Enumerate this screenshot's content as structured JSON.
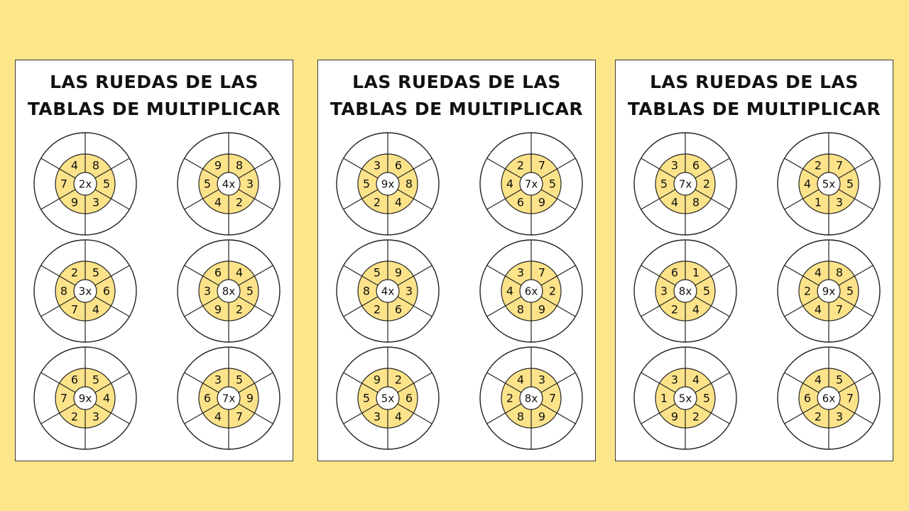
{
  "colors": {
    "background": "#fde68a",
    "sheet": "#ffffff",
    "inner_ring": "#fce38a",
    "stroke": "#222222",
    "text": "#111111"
  },
  "sheets": [
    {
      "title_line1": "LAS RUEDAS DE LAS",
      "title_line2": "TABLAS DE MULTIPLICAR",
      "wheels": [
        {
          "center": "2x",
          "numbers": [
            8,
            5,
            3,
            9,
            7,
            4
          ]
        },
        {
          "center": "4x",
          "numbers": [
            8,
            3,
            2,
            4,
            5,
            9
          ]
        },
        {
          "center": "3x",
          "numbers": [
            5,
            6,
            4,
            7,
            8,
            2
          ]
        },
        {
          "center": "8x",
          "numbers": [
            4,
            5,
            2,
            9,
            3,
            6
          ]
        },
        {
          "center": "9x",
          "numbers": [
            5,
            4,
            3,
            2,
            7,
            6
          ]
        },
        {
          "center": "7x",
          "numbers": [
            5,
            9,
            7,
            4,
            6,
            3
          ]
        }
      ]
    },
    {
      "title_line1": "LAS RUEDAS DE LAS",
      "title_line2": "TABLAS DE MULTIPLICAR",
      "wheels": [
        {
          "center": "9x",
          "numbers": [
            6,
            8,
            4,
            2,
            5,
            3
          ]
        },
        {
          "center": "7x",
          "numbers": [
            7,
            5,
            9,
            6,
            4,
            2
          ]
        },
        {
          "center": "4x",
          "numbers": [
            9,
            3,
            6,
            2,
            8,
            5
          ]
        },
        {
          "center": "6x",
          "numbers": [
            7,
            2,
            9,
            8,
            4,
            3
          ]
        },
        {
          "center": "5x",
          "numbers": [
            2,
            6,
            4,
            3,
            5,
            9
          ]
        },
        {
          "center": "8x",
          "numbers": [
            3,
            7,
            9,
            8,
            2,
            4
          ]
        }
      ]
    },
    {
      "title_line1": "LAS RUEDAS DE LAS",
      "title_line2": "TABLAS DE MULTIPLICAR",
      "wheels": [
        {
          "center": "7x",
          "numbers": [
            6,
            2,
            8,
            4,
            5,
            3
          ]
        },
        {
          "center": "5x",
          "numbers": [
            7,
            5,
            3,
            1,
            4,
            2
          ]
        },
        {
          "center": "8x",
          "numbers": [
            1,
            5,
            4,
            2,
            3,
            6
          ]
        },
        {
          "center": "9x",
          "numbers": [
            8,
            5,
            7,
            4,
            2,
            4
          ]
        },
        {
          "center": "5x",
          "numbers": [
            4,
            5,
            2,
            9,
            1,
            3
          ]
        },
        {
          "center": "6x",
          "numbers": [
            5,
            7,
            3,
            2,
            6,
            4
          ]
        }
      ]
    }
  ]
}
